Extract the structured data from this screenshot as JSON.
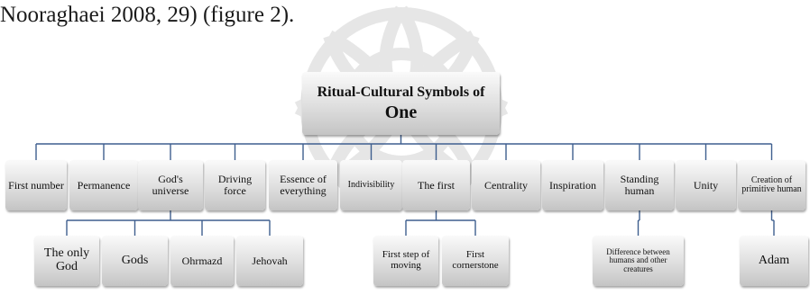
{
  "caption": "Nooraghaei 2008, 29) (figure 2).",
  "diagram": {
    "root": {
      "line1": "Ritual-Cultural Symbols of",
      "line2": "One"
    },
    "level1": [
      {
        "label": "First number"
      },
      {
        "label": "Permanence"
      },
      {
        "label": "God's universe"
      },
      {
        "label": "Driving force"
      },
      {
        "label": "Essence of everything"
      },
      {
        "label": "Indivisibility"
      },
      {
        "label": "The first"
      },
      {
        "label": "Centrality"
      },
      {
        "label": "Inspiration"
      },
      {
        "label": "Standing human"
      },
      {
        "label": "Unity"
      },
      {
        "label": "Creation of primitive human"
      }
    ],
    "level2": [
      {
        "label": "The only God",
        "parent": 2
      },
      {
        "label": "Gods",
        "parent": 2
      },
      {
        "label": "Ohrmazd",
        "parent": 2
      },
      {
        "label": "Jehovah",
        "parent": 2
      },
      {
        "label": "First step of moving",
        "parent": 6
      },
      {
        "label": "First cornerstone",
        "parent": 6
      },
      {
        "label": "Difference between humans and other creatures",
        "parent": 9
      },
      {
        "label": "Adam",
        "parent": 11
      }
    ],
    "colors": {
      "connector": "#3f5f8f",
      "box": "#d9d9d9"
    }
  }
}
